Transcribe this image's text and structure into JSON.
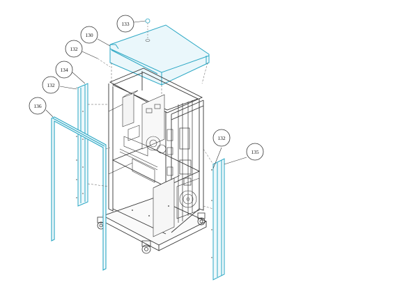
{
  "colors": {
    "highlight": "#2aa7c4",
    "line": "#333333",
    "light_line": "#777777",
    "background": "#ffffff"
  },
  "callouts": [
    {
      "id": "c133",
      "label": "133"
    },
    {
      "id": "c130",
      "label": "130"
    },
    {
      "id": "c132a",
      "label": "132"
    },
    {
      "id": "c134",
      "label": "134"
    },
    {
      "id": "c132b",
      "label": "132"
    },
    {
      "id": "c136",
      "label": "136"
    },
    {
      "id": "c132c",
      "label": "132"
    },
    {
      "id": "c135",
      "label": "135"
    }
  ]
}
